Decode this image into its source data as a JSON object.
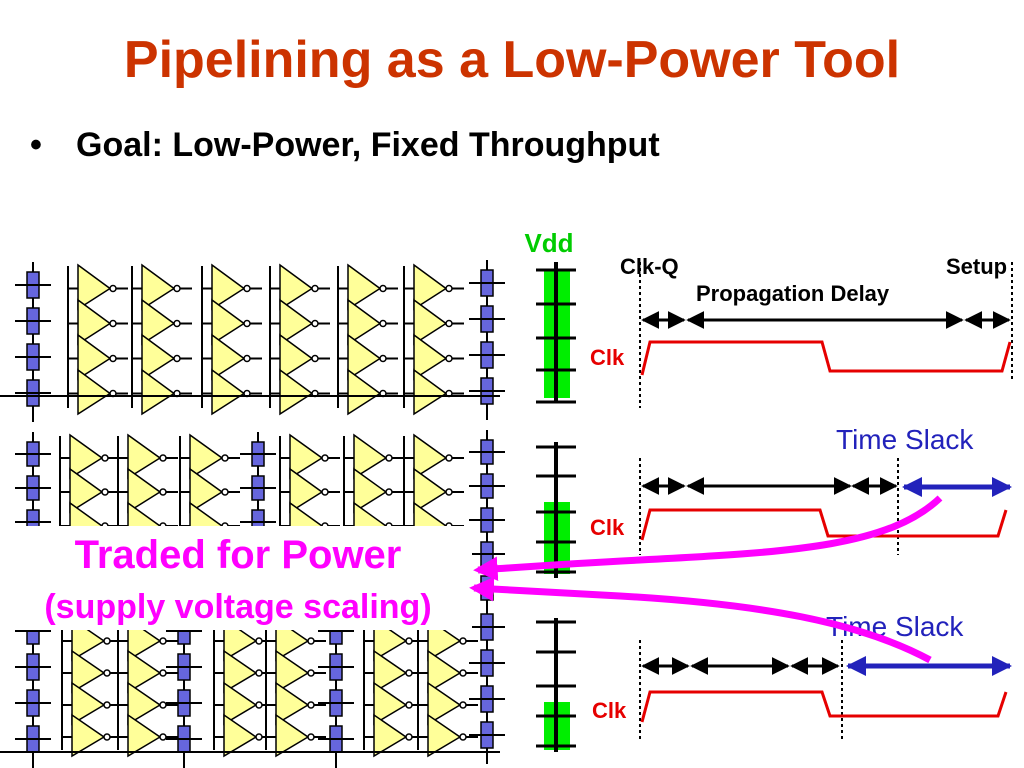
{
  "slide": {
    "title": "Pipelining as a Low-Power Tool",
    "bullet": "Goal: Low-Power, Fixed Throughput"
  },
  "diagram": {
    "vdd_label": "Vdd",
    "timing": {
      "clkq_label": "Clk-Q",
      "setup_label": "Setup",
      "prop_delay_label": "Propagation Delay",
      "clk_label": "Clk",
      "time_slack_label": "Time Slack"
    },
    "callout": {
      "line1": "Traded for Power",
      "line2": "(supply voltage scaling)"
    }
  },
  "colors": {
    "title": "#cc3300",
    "vdd": "#00cc00",
    "clock": "#e60000",
    "slack": "#2222bb",
    "callout": "#ff00ff",
    "gate_fill": "#ffff99",
    "register_fill": "#6666dd"
  }
}
